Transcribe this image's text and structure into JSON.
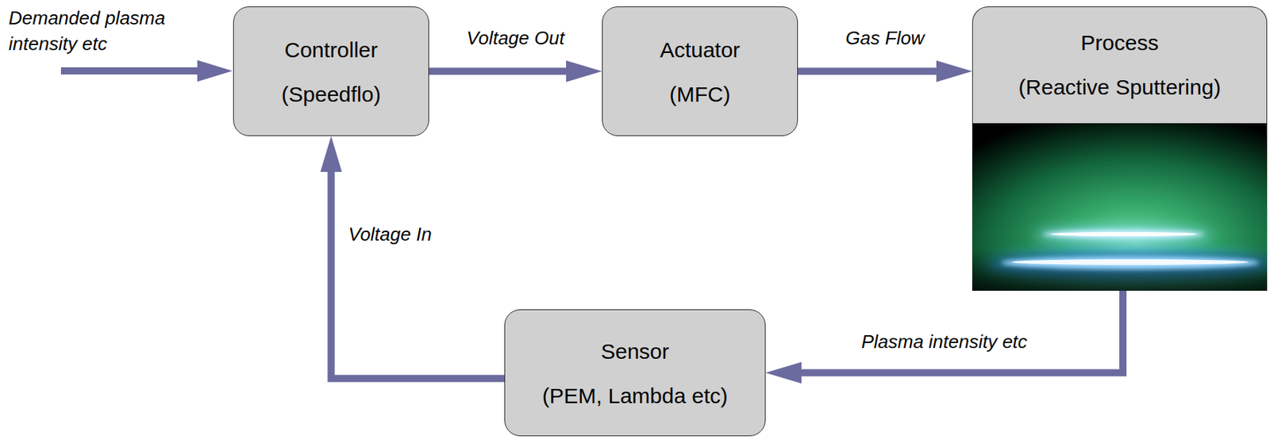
{
  "diagram": {
    "nodes": [
      {
        "text": [
          "Controller",
          "(Speedflo)"
        ]
      },
      {
        "text": [
          "Actuator",
          "(MFC)"
        ]
      },
      {
        "text": [
          "Process",
          "(Reactive Sputtering)"
        ]
      },
      {
        "text": [
          "Sensor",
          "(PEM, Lambda etc)"
        ]
      }
    ],
    "edges": [
      {
        "from": 0,
        "to": 1,
        "label": "Voltage Out",
        "arrow": "to"
      },
      {
        "from": 1,
        "to": 2,
        "label": "Gas Flow",
        "arrow": "to"
      },
      {
        "from": 2,
        "to": 3,
        "label": "Plasma intensity etc",
        "arrow": "to"
      },
      {
        "from": 3,
        "to": 0,
        "label": "Voltage In",
        "arrow": "to"
      }
    ],
    "labels": [
      "Demanded plasma intensity etc"
    ]
  }
}
